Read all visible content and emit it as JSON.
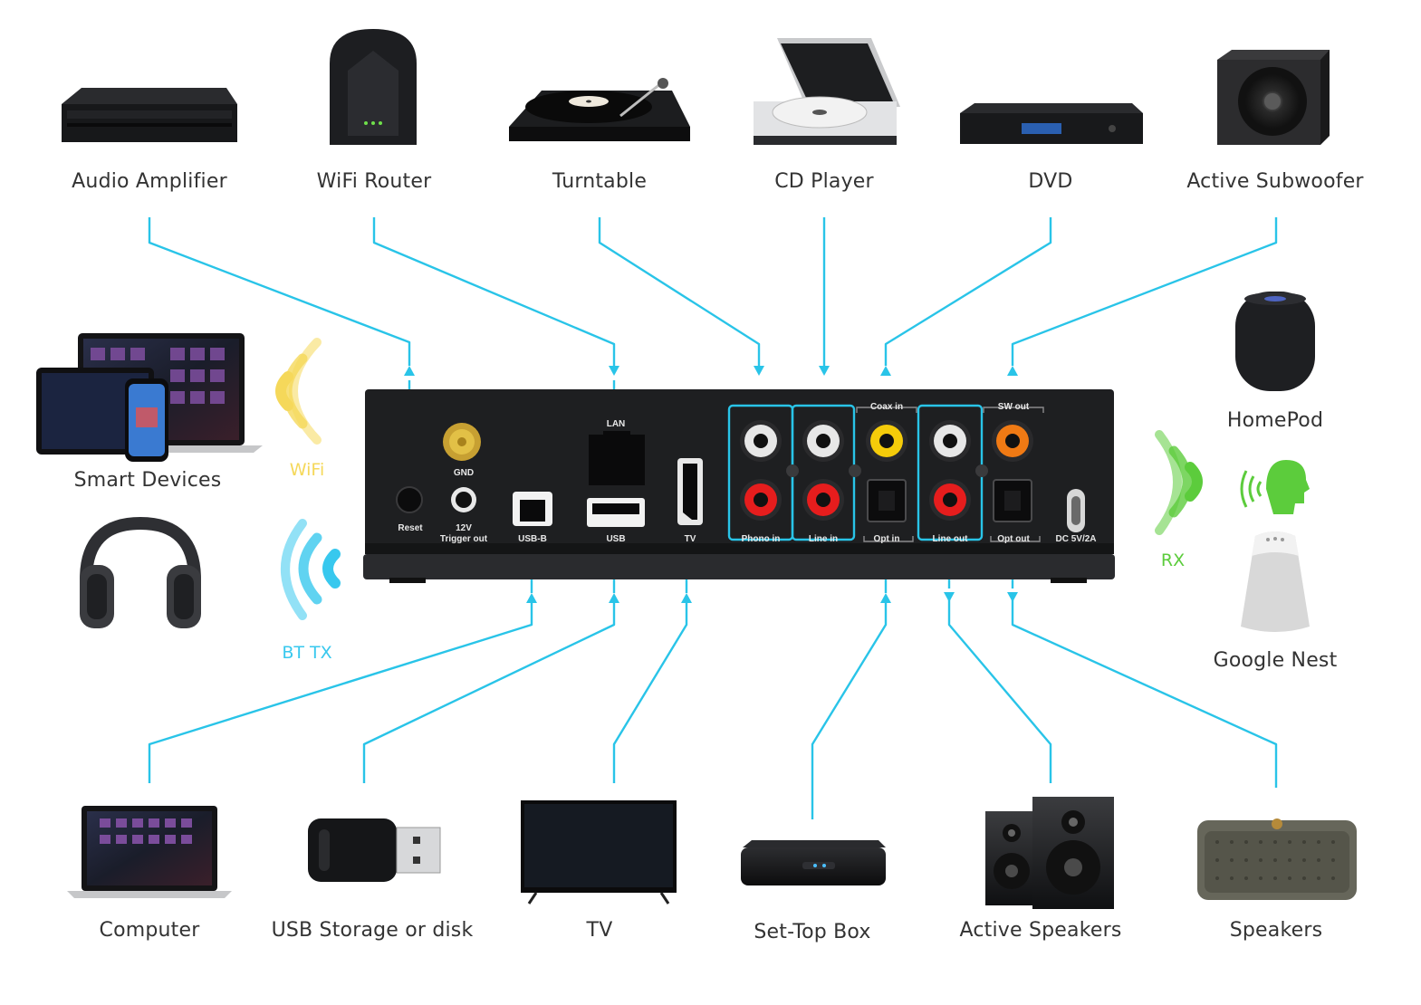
{
  "devices": {
    "audio_amplifier": "Audio Amplifier",
    "wifi_router": "WiFi Router",
    "turntable": "Turntable",
    "cd_player": "CD Player",
    "dvd": "DVD",
    "active_subwoofer": "Active Subwoofer",
    "smart_devices": "Smart Devices",
    "homepod": "HomePod",
    "google_nest": "Google Nest",
    "computer": "Computer",
    "usb_storage": "USB Storage or disk",
    "tv": "TV",
    "set_top_box": "Set-Top Box",
    "active_speakers": "Active Speakers",
    "speakers": "Speakers"
  },
  "wireless": {
    "wifi": "WiFi",
    "bt_tx": "BT TX",
    "rx": "RX"
  },
  "ports": {
    "lan": "LAN",
    "gnd": "GND",
    "reset": "Reset",
    "trigger_1": "12V",
    "trigger_2": "Trigger out",
    "usb_b": "USB-B",
    "usb": "USB",
    "tv": "TV",
    "phono_in": "Phono in",
    "line_in": "Line in",
    "coax_in": "Coax in",
    "opt_in": "Opt in",
    "line_out": "Line out",
    "sw_out": "SW out",
    "opt_out": "Opt out",
    "dc": "DC 5V/2A"
  },
  "colors": {
    "wire": "#29c4e8",
    "wifi": "#f5d85a",
    "bluetooth": "#38c8ee",
    "rx": "#5ccc3c",
    "panel": "#1e1f21",
    "rca_white": "#e7e7e7",
    "rca_red": "#e61d1d",
    "rca_yellow": "#f5cc0a",
    "rca_orange": "#f07a14"
  }
}
